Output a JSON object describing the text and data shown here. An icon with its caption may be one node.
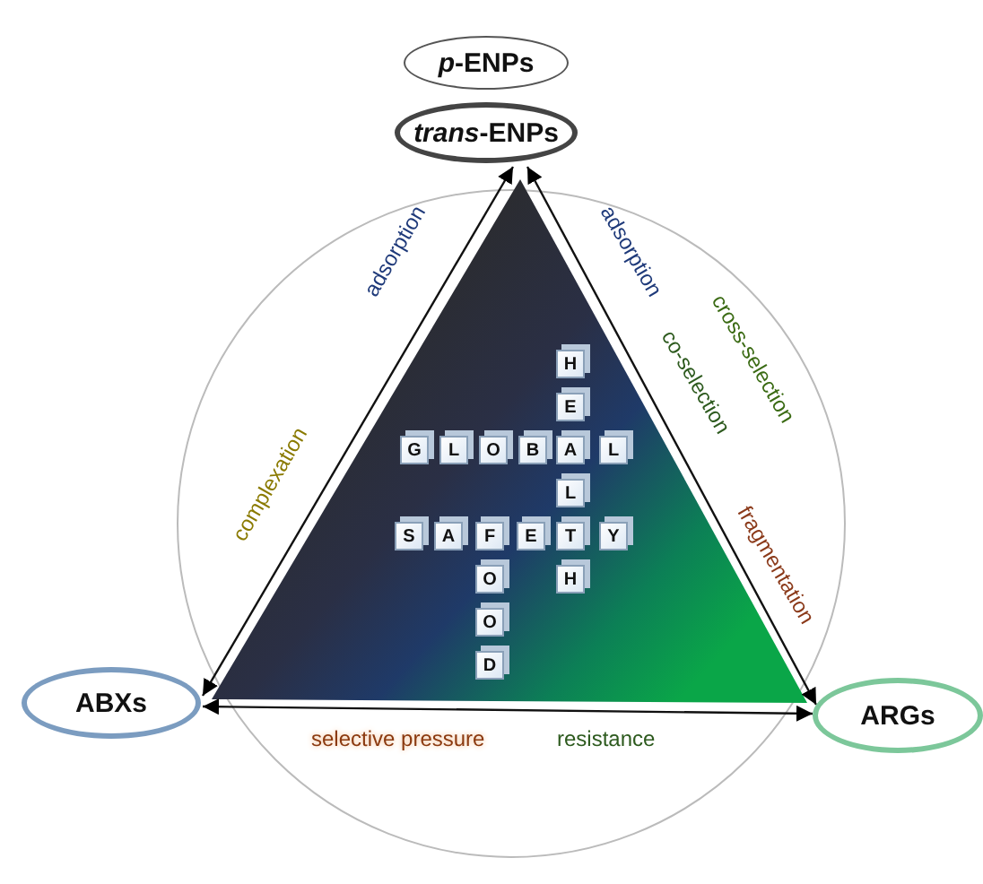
{
  "diagram": {
    "nodes": [
      {
        "text": [
          "*p*-ENPs"
        ]
      },
      {
        "text": [
          "*trans*-ENPs"
        ]
      },
      {
        "text": [
          "ABXs"
        ]
      },
      {
        "text": [
          "ARGs"
        ]
      }
    ],
    "edges": [
      {
        "from": 1,
        "to": 2,
        "arrow": "both"
      },
      {
        "from": 1,
        "to": 3,
        "arrow": "both"
      },
      {
        "from": 2,
        "to": 3,
        "arrow": "both"
      }
    ],
    "labels": [
      "adsorption",
      "adsorption",
      "cross-selection",
      "co-selection",
      "H",
      "E",
      "G",
      "L",
      "O",
      "B",
      "A",
      "L",
      "complexation",
      "L",
      "S",
      "A",
      "F",
      "E",
      "T",
      "Y",
      "fragmentation",
      "O",
      "H",
      "O",
      "D",
      "selective pressure",
      "resistance"
    ]
  }
}
